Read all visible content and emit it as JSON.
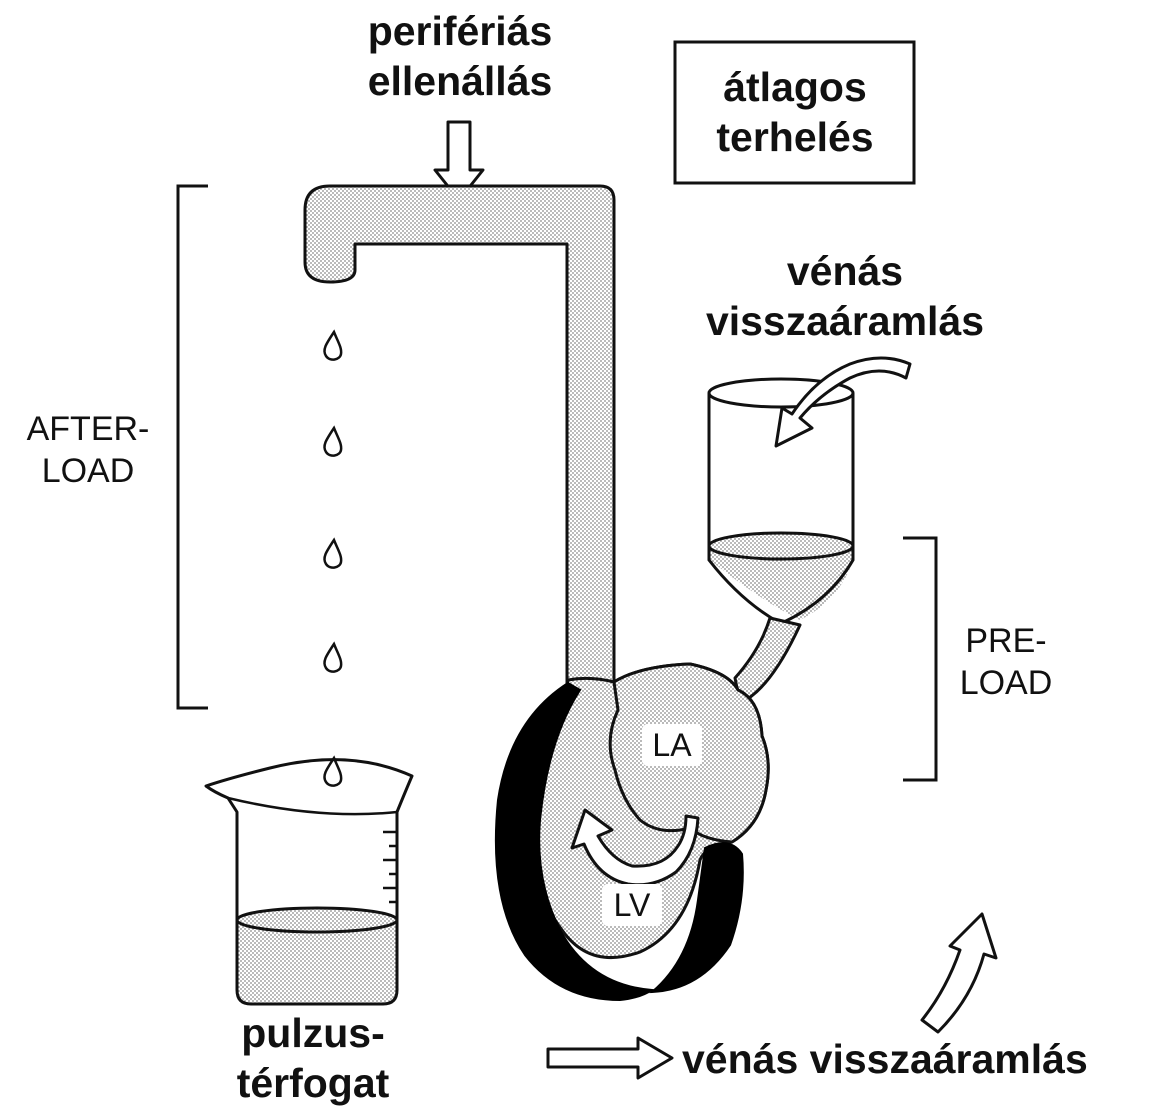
{
  "labels": {
    "peripheral_resistance": [
      "perifériás",
      "ellenállás"
    ],
    "average_load": [
      "átlagos",
      "terhelés"
    ],
    "venous_return_top": [
      "vénás",
      "visszaáramlás"
    ],
    "afterload": [
      "AFTER-",
      "LOAD"
    ],
    "preload": [
      "PRE-",
      "LOAD"
    ],
    "left_atrium": "LA",
    "left_ventricle": "LV",
    "stroke_volume": [
      "pulzus-",
      "térfogat"
    ],
    "venous_return_bottom": "vénás visszaáramlás"
  },
  "colors": {
    "ink": "#111111",
    "fluid": "#c4c4c4",
    "myocardium": "#000000",
    "background": "#ffffff"
  },
  "icons": [
    "down-arrow-icon",
    "curved-arrow-icon",
    "circular-flow-arrow-icon",
    "right-arrow-icon",
    "up-arrow-icon",
    "droplet-icon"
  ]
}
